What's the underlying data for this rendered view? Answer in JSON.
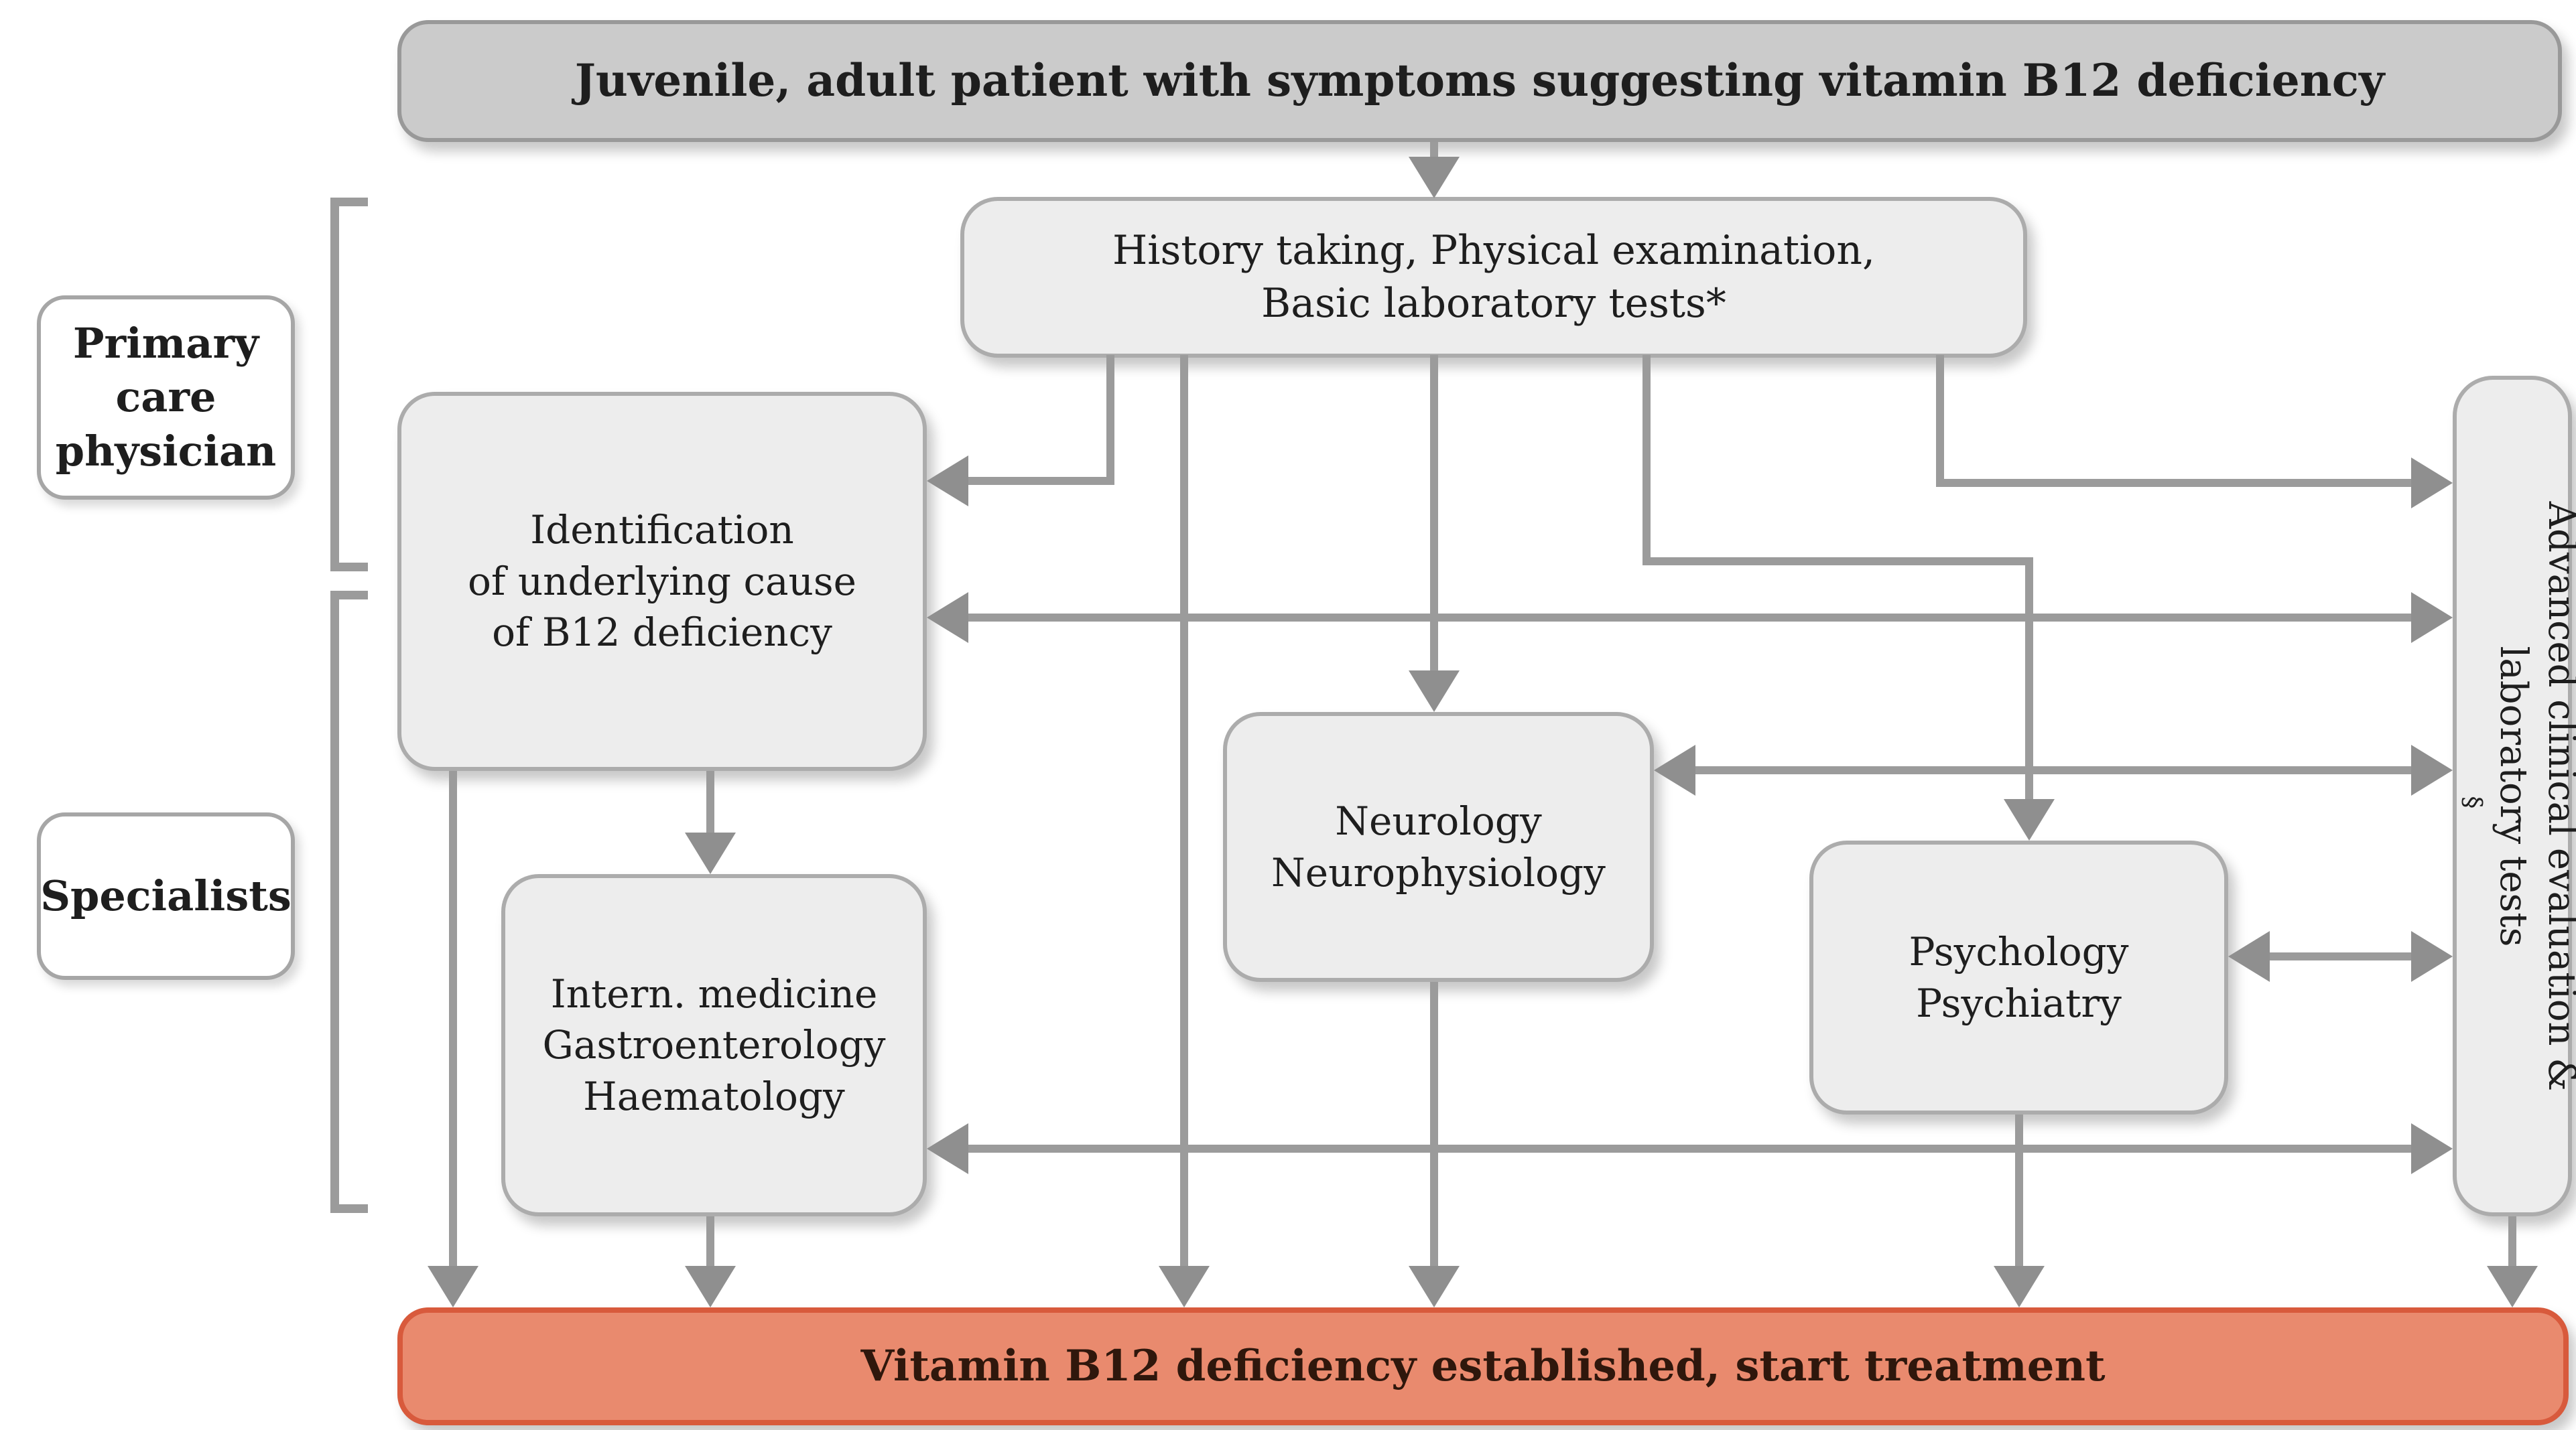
{
  "nodes": {
    "patient": {
      "label": "Juvenile, adult patient with symptoms suggesting vitamin B12 deficiency"
    },
    "history": {
      "line1": "History taking, Physical examination,",
      "line2": "Basic laboratory tests*"
    },
    "identification": {
      "line1": "Identification",
      "line2": "of underlying cause",
      "line3": "of B12 deficiency"
    },
    "neurology": {
      "line1": "Neurology",
      "line2": "Neurophysiology"
    },
    "intern": {
      "line1": "Intern. medicine",
      "line2": "Gastroenterology",
      "line3": "Haematology"
    },
    "psychology": {
      "line1": "Psychology",
      "line2": "Psychiatry"
    },
    "advanced": {
      "line1": "Advanced clinical evaluation &",
      "line2": "laboratory tests",
      "sup": "§"
    },
    "treatment": {
      "label": "Vitamin B12 deficiency established, start treatment"
    }
  },
  "lanes": {
    "primary": {
      "line1": "Primary",
      "line2": "care",
      "line3": "physician"
    },
    "specialists": {
      "label": "Specialists"
    }
  },
  "colors": {
    "node_fill": "#ededed",
    "node_border": "#acacac",
    "patient_fill": "#cbcbcb",
    "patient_border": "#999999",
    "treatment_fill": "#e98a6e",
    "treatment_border": "#d85a3c",
    "treatment_text": "#2f170c",
    "lane_fill": "#ffffff",
    "lane_border": "#a6a6a6",
    "arrow": "#9b9b9b",
    "text": "#1e1e1e"
  }
}
